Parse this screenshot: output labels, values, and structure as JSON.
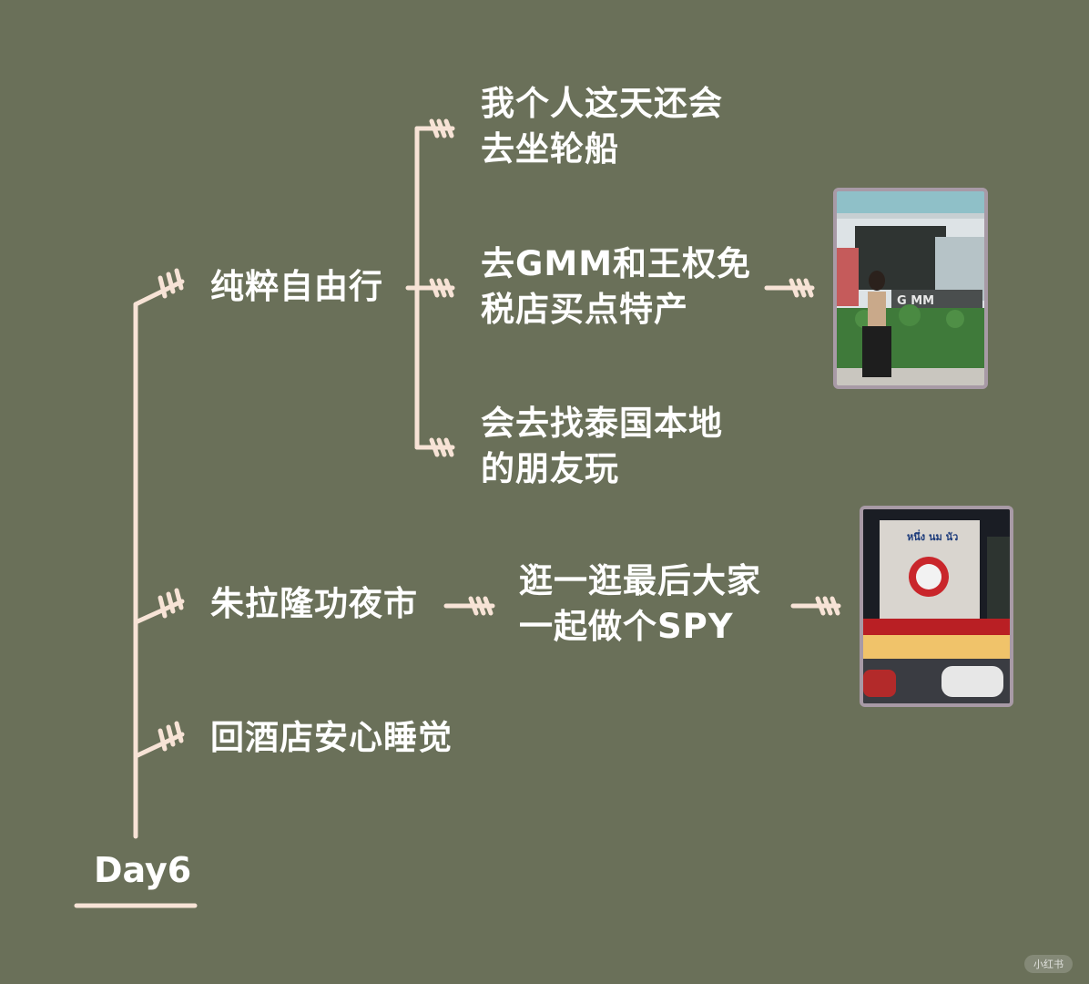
{
  "root": {
    "label": "Day6"
  },
  "branches": [
    {
      "label": "纯粹自由行",
      "children": [
        {
          "line1": "我个人这天还会",
          "line2": "去坐轮船"
        },
        {
          "line1": "去GMM和王权免",
          "line2": "税店买点特产",
          "photo": "gmm-photo"
        },
        {
          "line1": "会去找泰国本地",
          "line2": "的朋友玩"
        }
      ]
    },
    {
      "label": "朱拉隆功夜市",
      "children": [
        {
          "line1": "逛一逛最后大家",
          "line2": "一起做个SPY",
          "photo": "night-market-photo"
        }
      ]
    },
    {
      "label": "回酒店安心睡觉"
    }
  ],
  "photos": {
    "gmm": {
      "sign": "G MM"
    },
    "night_market": {
      "sign": "หนึ่ง นม นัว"
    }
  },
  "watermark": "小红书",
  "colors": {
    "background": "#6a7059",
    "line": "#f7e3d6",
    "text": "#ffffff",
    "frame": "#a89aa6"
  }
}
